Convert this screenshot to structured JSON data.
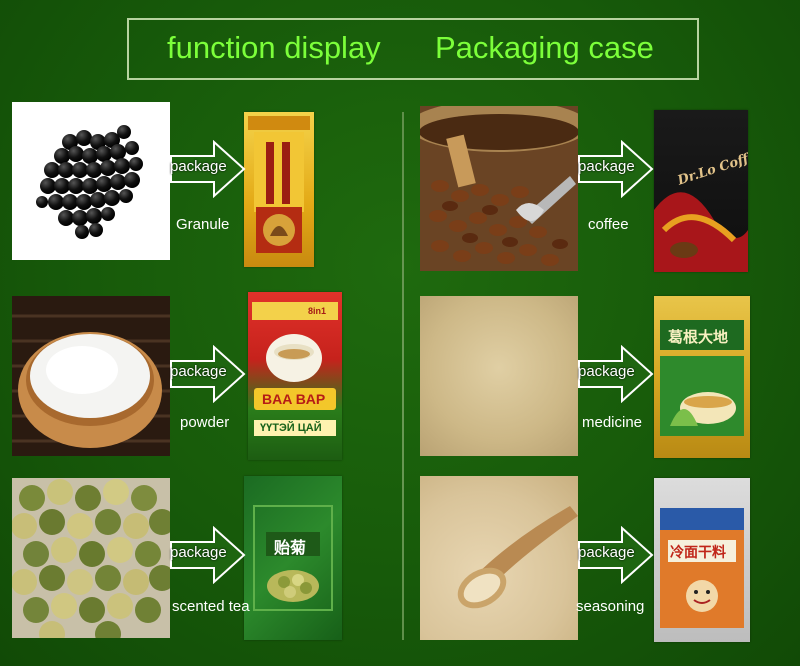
{
  "header": {
    "left_title": "function display",
    "right_title": "Packaging case"
  },
  "arrow_label": "package",
  "items": [
    {
      "label": "Granule"
    },
    {
      "label": "powder"
    },
    {
      "label": "scented tea"
    },
    {
      "label": "coffee"
    },
    {
      "label": "medicine"
    },
    {
      "label": "seasoning"
    }
  ],
  "package_texts": {
    "coffee": "Dr.Lo Coffee",
    "powder": "BAA BAP",
    "powder_sub": "ҮҮТЭЙ ЦАЙ",
    "powder_badge": "8in1",
    "tea": "贻菊",
    "medicine": "葛根大地",
    "seasoning": "冷面干料"
  },
  "colors": {
    "background": "#175a0a",
    "header_text": "#7cff3a",
    "header_border": "#b7d3a0"
  }
}
